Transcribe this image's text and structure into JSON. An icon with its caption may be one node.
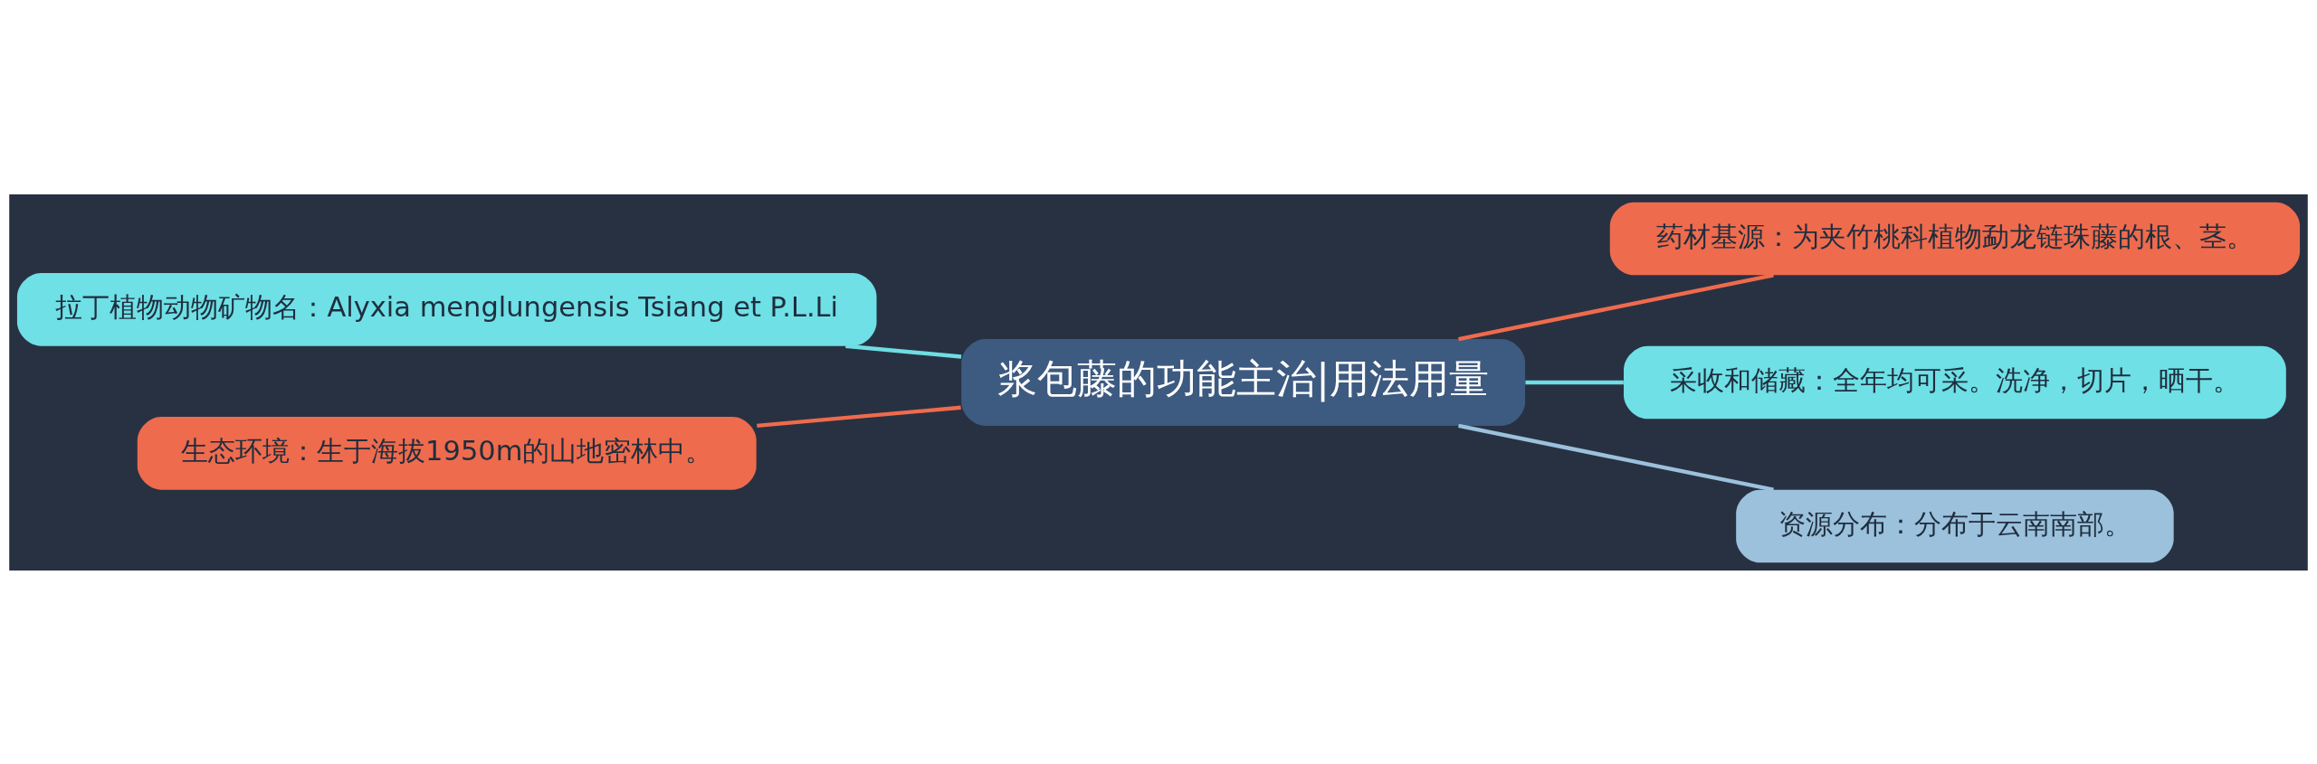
{
  "diagram": {
    "nodes": [
      {
        "text": [
          "浆包藤的功能主治|用法用量"
        ]
      },
      {
        "text": [
          "拉丁植物动物矿物名：Alyxia menglungensis Tsiang et P.L.Li"
        ]
      },
      {
        "text": [
          "生态环境：生于海拔1950m的山地密林中。"
        ]
      },
      {
        "text": [
          "药材基源：为夹竹桃科植物勐龙链珠藤的根、茎。"
        ]
      },
      {
        "text": [
          "采收和储藏：全年均可采。洗净，切片，晒干。"
        ]
      },
      {
        "text": [
          "资源分布：分布于云南南部。"
        ]
      }
    ],
    "edges": [
      {
        "from": 0,
        "to": 1,
        "arrow": "none",
        "color": "#6fdde3"
      },
      {
        "from": 0,
        "to": 2,
        "arrow": "none",
        "color": "#ee6b4d"
      },
      {
        "from": 0,
        "to": 3,
        "arrow": "none",
        "color": "#ee6b4d"
      },
      {
        "from": 0,
        "to": 4,
        "arrow": "none",
        "color": "#6fdde3"
      },
      {
        "from": 0,
        "to": 5,
        "arrow": "none",
        "color": "#9bc1dc"
      }
    ]
  }
}
